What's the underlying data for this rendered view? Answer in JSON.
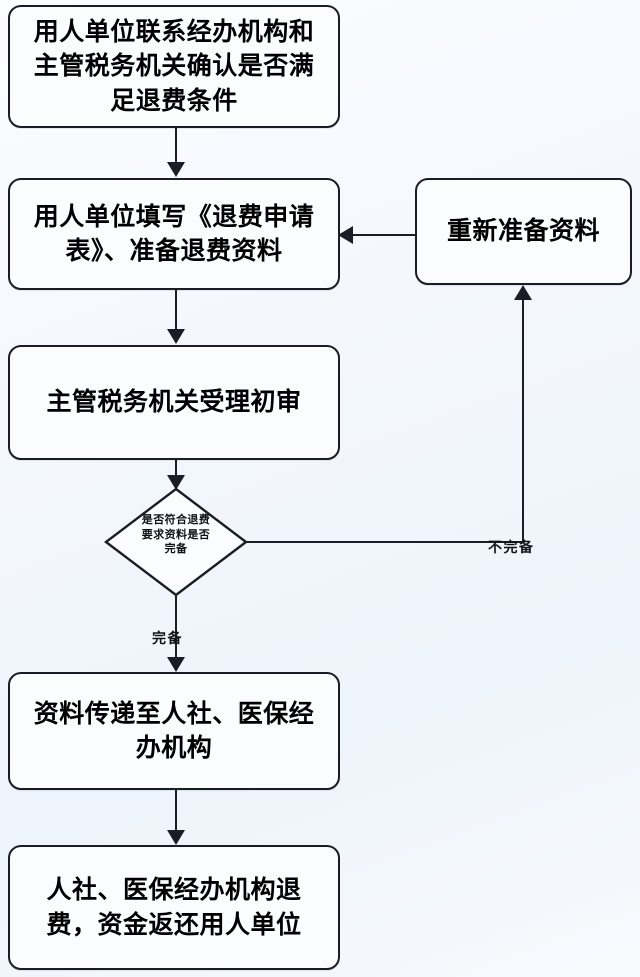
{
  "diagram": {
    "type": "flowchart",
    "orientation": "top-to-bottom",
    "nodes": {
      "step1": {
        "shape": "rounded-rect",
        "text": "用人单位联系经办机构和主管税务机关确认是否满足退费条件"
      },
      "step2": {
        "shape": "rounded-rect",
        "text": "用人单位填写《退费申请表》、准备退费资料"
      },
      "step3": {
        "shape": "rounded-rect",
        "text": "主管税务机关受理初审"
      },
      "decision": {
        "shape": "diamond",
        "line1": "是否符合退费",
        "line2": "要求资料是否",
        "line3": "完备"
      },
      "step5": {
        "shape": "rounded-rect",
        "text": "资料传递至人社、医保经办机构"
      },
      "step6": {
        "shape": "rounded-rect",
        "text": "人社、医保经办机构退费，资金返还用人单位"
      },
      "rework": {
        "shape": "rounded-rect",
        "text": "重新准备资料"
      }
    },
    "edge_labels": {
      "incomplete": "不完备",
      "complete": "完备"
    },
    "colors": {
      "node_fill": "#fbfcfd",
      "node_stroke": "#1a1d26",
      "text": "#000000",
      "background": "#f4f8fd"
    }
  }
}
